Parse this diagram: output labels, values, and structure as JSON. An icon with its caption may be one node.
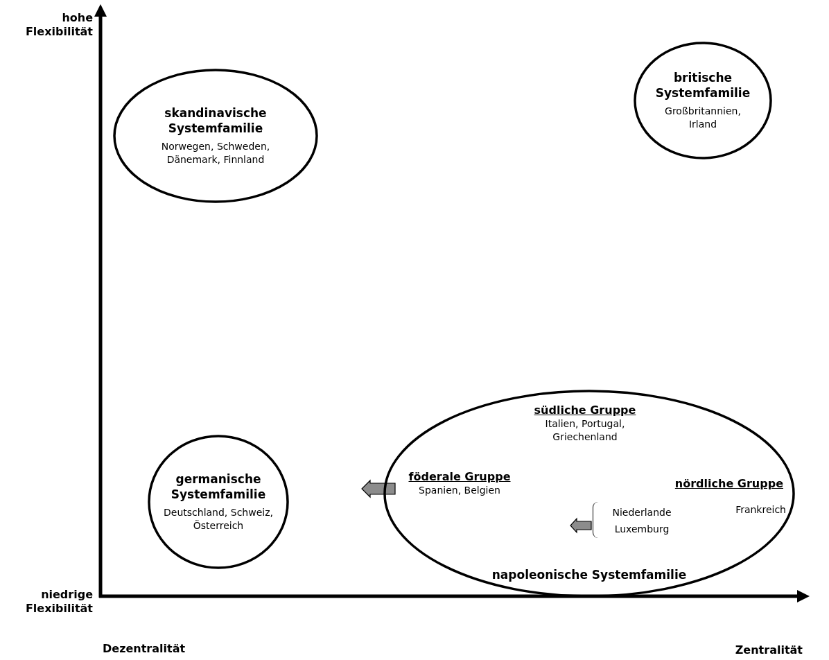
{
  "diagram": {
    "nodes": [
      {
        "text": [
          "britische Systemfamilie",
          "Großbritannien, Irland"
        ]
      },
      {
        "text": [
          "skandinavische Systemfamilie",
          "Norwegen, Schweden, Dänemark, Finnland"
        ]
      },
      {
        "text": [
          "germanische Systemfamilie",
          "Deutschland, Schweiz, Österreich"
        ]
      },
      {
        "text": [
          "napoleonische Systemfamilie"
        ]
      },
      {
        "text": [
          "südliche Gruppe",
          "Italien, Portugal, Griechenland"
        ],
        "in": 3
      },
      {
        "text": [
          "föderale Gruppe",
          "Spanien, Belgien"
        ],
        "in": 3
      },
      {
        "text": [
          "nördliche Gruppe",
          "Frankreich"
        ],
        "in": 3
      },
      {
        "text": [
          "Niederlande Luxemburg"
        ],
        "in": 6
      }
    ],
    "edges": [
      {
        "from": 5,
        "to": null,
        "arrow": "to"
      },
      {
        "from": 7,
        "to": null,
        "arrow": "to"
      }
    ],
    "labels": [
      "hohe Flexibilität",
      "niedrige Flexibilität",
      "Dezentralität",
      "Zentralität"
    ]
  }
}
